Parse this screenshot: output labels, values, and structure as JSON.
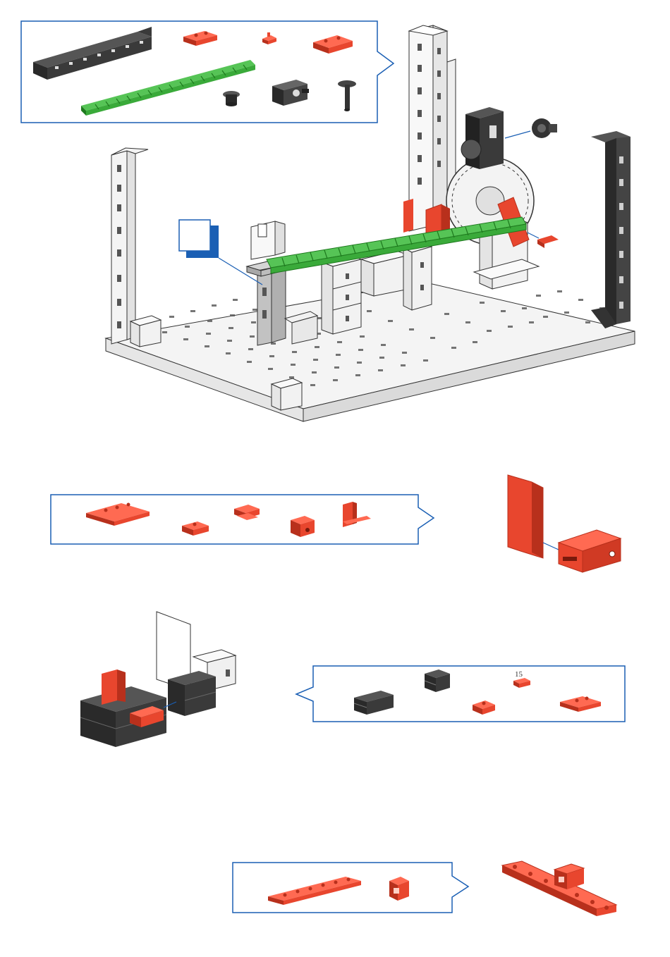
{
  "page": {
    "title": "",
    "background": "#ffffff"
  },
  "colors": {
    "callout_stroke": "#1a5fb4",
    "part_red": "#e8462e",
    "part_red_dark": "#b8301c",
    "part_black": "#3a3a3a",
    "part_black_dark": "#222222",
    "part_green": "#3aaa3a",
    "part_green_dark": "#1e7a1e",
    "part_grey": "#b9b9b9",
    "part_white": "#f4f4f4",
    "outline": "#333333"
  },
  "parts_lists": [
    {
      "id": "parts-list-1",
      "items": [
        "black-building-bar-15",
        "red-building-plate-15x30",
        "red-connector-small",
        "red-building-plate-15x30-wide",
        "green-gear-rack-long",
        "black-collar-nut-hub",
        "black-mini-motor-mount",
        "black-axle-with-knob"
      ]
    },
    {
      "id": "parts-list-2",
      "items": [
        "red-building-plate-30x45",
        "red-building-block-5",
        "red-angle-block-double",
        "red-building-block-15",
        "red-angle-bracket-block"
      ]
    },
    {
      "id": "parts-list-3",
      "items": [
        "black-building-block-30",
        "black-building-block-15",
        "red-connector-15",
        "red-building-block-5",
        "red-building-plate-15x30"
      ]
    },
    {
      "id": "parts-list-4",
      "items": [
        "red-strip-plate-long",
        "red-hinge-block"
      ]
    }
  ],
  "annotations": {
    "connector_length_label": "15"
  },
  "steps": [
    {
      "id": "step-main-assembly",
      "description_icon": "assembly-baseplate"
    },
    {
      "id": "step-sign-assembly",
      "description_icon": "assembly-red-plate-block"
    },
    {
      "id": "step-black-base-assembly",
      "description_icon": "assembly-black-blocks"
    },
    {
      "id": "step-strip-assembly",
      "description_icon": "assembly-red-strip"
    }
  ]
}
